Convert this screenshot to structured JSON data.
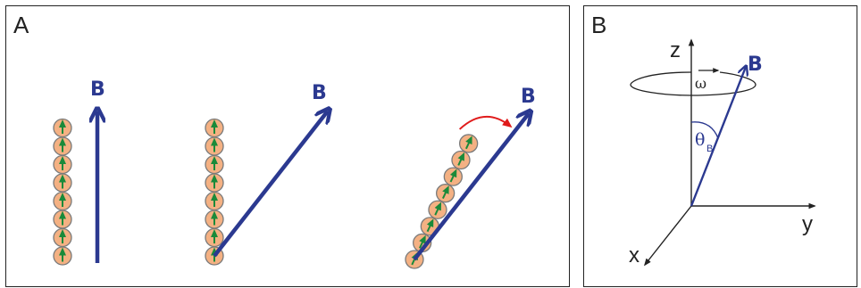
{
  "panel_a": {
    "letter": "A",
    "field_label": "B",
    "scenes": [
      {
        "name": "aligned",
        "field_angle_deg": 0,
        "chain_angle_deg": 0,
        "rotating": false
      },
      {
        "name": "tilted-field",
        "field_angle_deg": 38,
        "chain_angle_deg": 0,
        "rotating": false
      },
      {
        "name": "following-chain",
        "field_angle_deg": 38,
        "chain_angle_deg": 25,
        "rotating": true
      }
    ],
    "particles_per_chain": 8
  },
  "panel_b": {
    "letter": "B",
    "axis_z": "z",
    "axis_y": "y",
    "axis_x": "x",
    "omega": "ω",
    "field_label": "B",
    "theta_symbol": "θ",
    "theta_subscript": "B"
  },
  "colors": {
    "field_arrow": "#2b3990",
    "particle_fill": "#f4b183",
    "particle_edge": "#7a7a7a",
    "moment_arrow": "#1a8a3a",
    "rotation_arrow": "#e01b1b",
    "axes": "#222222"
  }
}
